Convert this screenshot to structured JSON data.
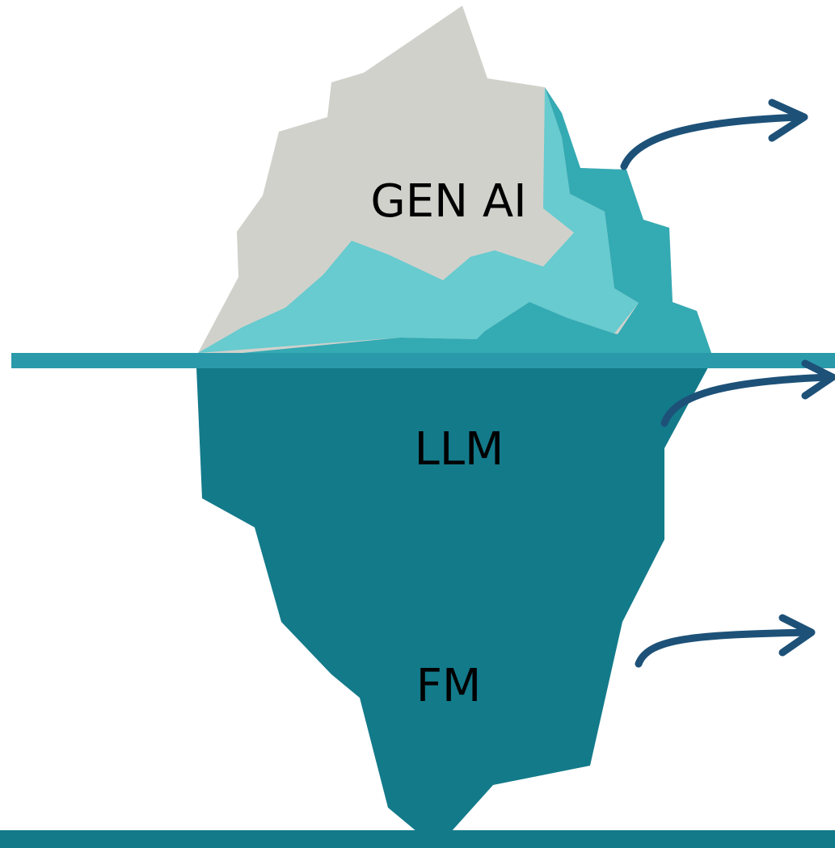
{
  "diagram": {
    "type": "iceberg",
    "layers": [
      {
        "id": "tip",
        "label": "GEN AI"
      },
      {
        "id": "middle",
        "label": "LLM"
      },
      {
        "id": "base",
        "label": "FM"
      }
    ],
    "colors": {
      "ice_grey": "#d1d1cc",
      "ice_light": "#67cbcf",
      "ice_mid": "#34aab3",
      "underwater": "#137a8a",
      "waterline": "#2a9aaa",
      "seabed": "#137a8a",
      "arrow": "#1d5178",
      "text": "#000000"
    }
  }
}
